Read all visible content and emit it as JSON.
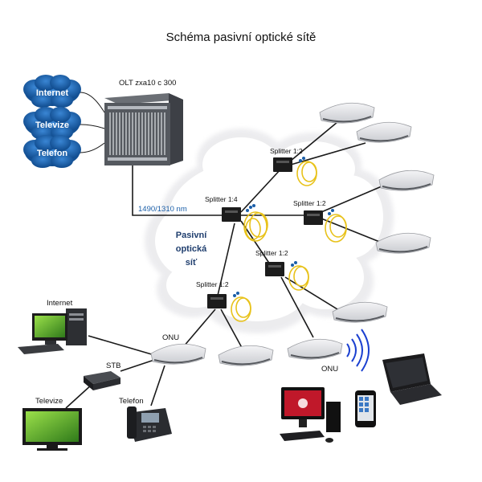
{
  "title": "Schéma pasivní optické sítě",
  "services": [
    "Internet",
    "Televize",
    "Telefon"
  ],
  "olt": {
    "label": "OLT zxa10 c 300"
  },
  "wavelength": "1490/1310 nm",
  "pon_cloud": {
    "line1": "Pasivní",
    "line2": "optická",
    "line3": "síť"
  },
  "splitters": {
    "main": "Splitter 1:4",
    "top": "Splitter 1:2",
    "mid": "Splitter 1:2",
    "right": "Splitter 1:2",
    "bottom": "Splitter 1:2"
  },
  "onu_left": {
    "label": "ONU"
  },
  "onu_right": {
    "label": "ONU"
  },
  "home_devices": {
    "pc": "Internet",
    "stb": "STB",
    "tv": "Televize",
    "phone": "Telefon"
  },
  "colors": {
    "cloud_blue": "#1b5fa8",
    "fiber": "#1a1a1a",
    "fiber_yellow": "#e8c21a",
    "wavelength_text": "#1a5ea8",
    "pon_text": "#1f3e6e"
  }
}
